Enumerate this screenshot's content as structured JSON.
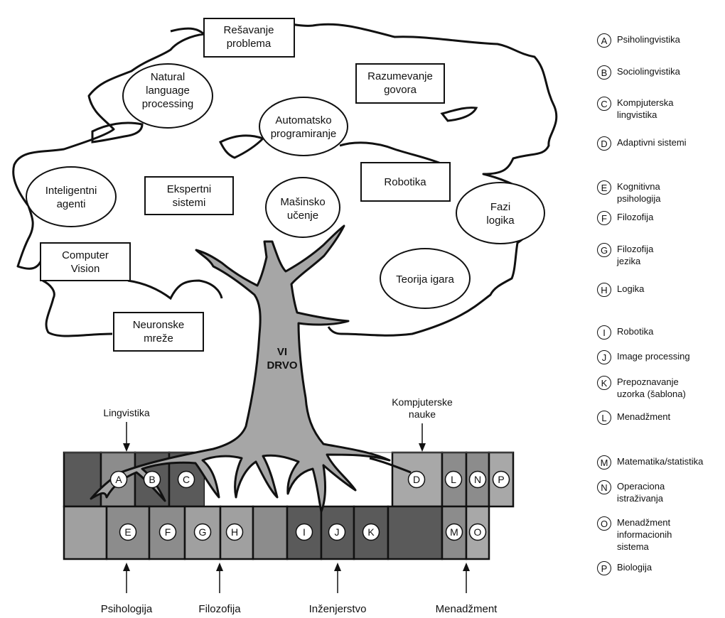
{
  "canopy": {
    "boxes": {
      "resavanje": [
        "Rešavanje",
        "problema"
      ],
      "razumevanje": [
        "Razumevanje",
        "govora"
      ],
      "robotika": [
        "Robotika"
      ],
      "ekspertni": [
        "Ekspertni",
        "sistemi"
      ],
      "computer_vision": [
        "Computer",
        "Vision"
      ],
      "neuronske": [
        "Neuronske",
        "mreže"
      ]
    },
    "ellipses": {
      "natural": [
        "Natural",
        "language",
        "processing"
      ],
      "automatsko": [
        "Automatsko",
        "programiranje"
      ],
      "inteligentni": [
        "Inteligentni",
        "agenti"
      ],
      "masinsko": [
        "Mašinsko",
        "učenje"
      ],
      "fazi": [
        "Fazi",
        "logika"
      ],
      "teorija": [
        "Teorija igara"
      ]
    }
  },
  "trunk_label": [
    "VI",
    "DRVO"
  ],
  "top_labels": {
    "lingvistika": "Lingvistika",
    "kompjuterske": [
      "Kompjuterske",
      "nauke"
    ]
  },
  "grid_top_letters": [
    "A",
    "B",
    "C",
    "D",
    "L",
    "N",
    "P"
  ],
  "grid_bottom_letters": [
    "E",
    "F",
    "G",
    "H",
    "I",
    "J",
    "K",
    "M",
    "O"
  ],
  "bottom_labels": {
    "psihologija": "Psihologija",
    "filozofija": "Filozofija",
    "inzenjerstvo": "Inženjerstvo",
    "menadzment": "Menadžment"
  },
  "legend": [
    {
      "letter": "A",
      "text": [
        "Psiholingvistika"
      ]
    },
    {
      "letter": "B",
      "text": [
        "Sociolingvistika"
      ]
    },
    {
      "letter": "C",
      "text": [
        "Kompjuterska",
        "lingvistika"
      ]
    },
    {
      "letter": "D",
      "text": [
        "Adaptivni sistemi"
      ]
    },
    {
      "letter": "E",
      "text": [
        "Kognitivna",
        "psihologija"
      ]
    },
    {
      "letter": "F",
      "text": [
        "Filozofija"
      ]
    },
    {
      "letter": "G",
      "text": [
        "Filozofija",
        "jezika"
      ]
    },
    {
      "letter": "H",
      "text": [
        "Logika"
      ]
    },
    {
      "letter": "I",
      "text": [
        "Robotika"
      ]
    },
    {
      "letter": "J",
      "text": [
        "Image processing"
      ]
    },
    {
      "letter": "K",
      "text": [
        "Prepoznavanje",
        "uzorka (šablona)"
      ]
    },
    {
      "letter": "L",
      "text": [
        "Menadžment"
      ]
    },
    {
      "letter": "M",
      "text": [
        "Matematika/statistika"
      ]
    },
    {
      "letter": "N",
      "text": [
        "Operaciona",
        "istraživanja"
      ]
    },
    {
      "letter": "O",
      "text": [
        "Menadžment",
        "informacionih",
        "sistema"
      ]
    },
    {
      "letter": "P",
      "text": [
        "Biologija"
      ]
    }
  ],
  "colors": {
    "dark": "#5a5a5a",
    "medium": "#8c8c8c",
    "light": "#a8a8a8",
    "trunk": "#a6a6a6",
    "outline": "#111111"
  }
}
